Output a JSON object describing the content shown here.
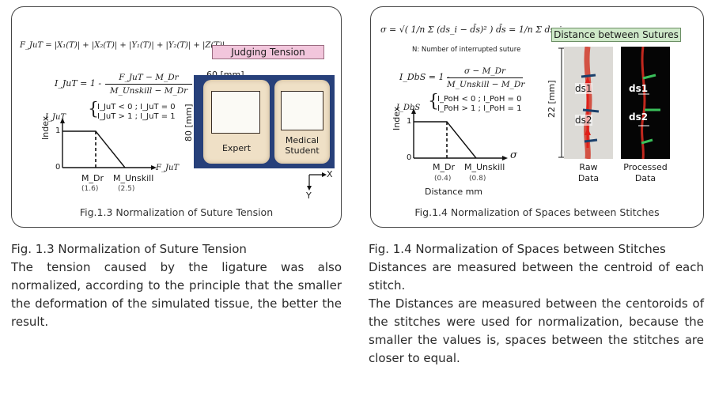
{
  "left": {
    "formula_F": "F_JuT = |X₁(T)| + |X₂(T)| + |Y₁(T)| + |Y₂(T)| + |Z(T)|",
    "formula_I": "I_JuT = 1 -",
    "frac_num": "F_JuT − M_Dr",
    "frac_den": "M_Unskill − M_Dr",
    "case1": "I_JuT < 0 ; I_JuT = 0",
    "case2": "I_JuT > 1 ; I_JuT = 1",
    "tag": "Judging Tension",
    "dim_width": "60 [mm]",
    "dim_height": "80 [mm]",
    "pad_expert": "Expert",
    "pad_medical": "Medical Student",
    "axis_x_label": "X",
    "axis_y_label": "Y",
    "graph": {
      "y_label": "Index",
      "y_axis_var": "I_JuT",
      "x_axis_var": "F_JuT",
      "tick_1": "1",
      "tick_0": "0",
      "m_dr": "M_Dr",
      "m_dr_val": "(1.6)",
      "m_unskill": "M_Unskill",
      "m_unskill_val": "(2.5)"
    },
    "caption_in": "Fig.1.3 Normalization of Suture Tension",
    "caption_out": "Fig. 1.3 Normalization of Suture Tension",
    "paragraph": "The tension caused by the ligature was also normalized, according to the principle that the smaller the deformation of the simulated tissue, the better the result."
  },
  "right": {
    "sigma_formula": "σ = √( 1/n Σ (ds_i − d̄s)² )",
    "mean_formula": "d̄s = 1/n Σ ds_i",
    "n_note": "N: Number of interrupted suture",
    "formula_I": "I_DbS = 1 -",
    "frac_num": "σ − M_Dr",
    "frac_den": "M_Unskill − M_Dr",
    "case1": "I_PoH < 0 ; I_PoH = 0",
    "case2": "I_PoH > 1 ; I_PoH = 1",
    "tag": "Distance between Sutures",
    "dim_height": "22 [mm]",
    "ds1": "ds1",
    "ds2": "ds2",
    "raw_label": "Raw Data",
    "processed_label": "Processed Data",
    "graph": {
      "y_label": "Index",
      "y_axis_var": "I_DbS",
      "x_axis_var": "σ",
      "tick_1": "1",
      "tick_0": "0",
      "m_dr": "M_Dr",
      "m_dr_val": "(0.4)",
      "m_unskill": "M_Unskill",
      "m_unskill_val": "(0.8)",
      "x_title": "Distance mm"
    },
    "caption_in": "Fig.1.4 Normalization of Spaces between Stitches",
    "caption_out": "Fig. 1.4 Normalization of Spaces between Stitches",
    "paragraph1": "Distances are measured between the centroid of each stitch.",
    "paragraph2": "The Distances are measured between the centoroids of the stitches were used for normalization, because the smaller the values is, spaces between the stitches are closer to equal."
  }
}
